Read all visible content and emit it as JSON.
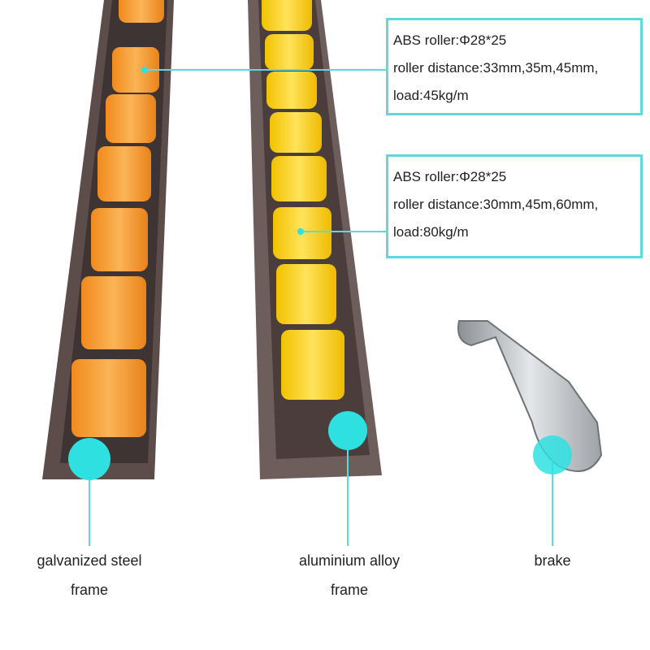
{
  "spec_boxes": [
    {
      "lines": [
        "ABS roller:Φ28*25",
        "roller distance:33mm,35m,45mm,",
        "load:45kg/m"
      ]
    },
    {
      "lines": [
        "ABS roller:Φ28*25",
        "roller distance:30mm,45m,60mm,",
        "load:80kg/m"
      ]
    }
  ],
  "labels": {
    "steel": [
      "galvanized steel",
      "frame"
    ],
    "aluminium": [
      "aluminium alloy",
      "frame"
    ],
    "brake": [
      "brake"
    ]
  },
  "colors": {
    "accent": "#5fd9dd",
    "orange_roller": "#f7a53a",
    "yellow_roller": "#f7d21e",
    "frame": "#6b5a55"
  }
}
